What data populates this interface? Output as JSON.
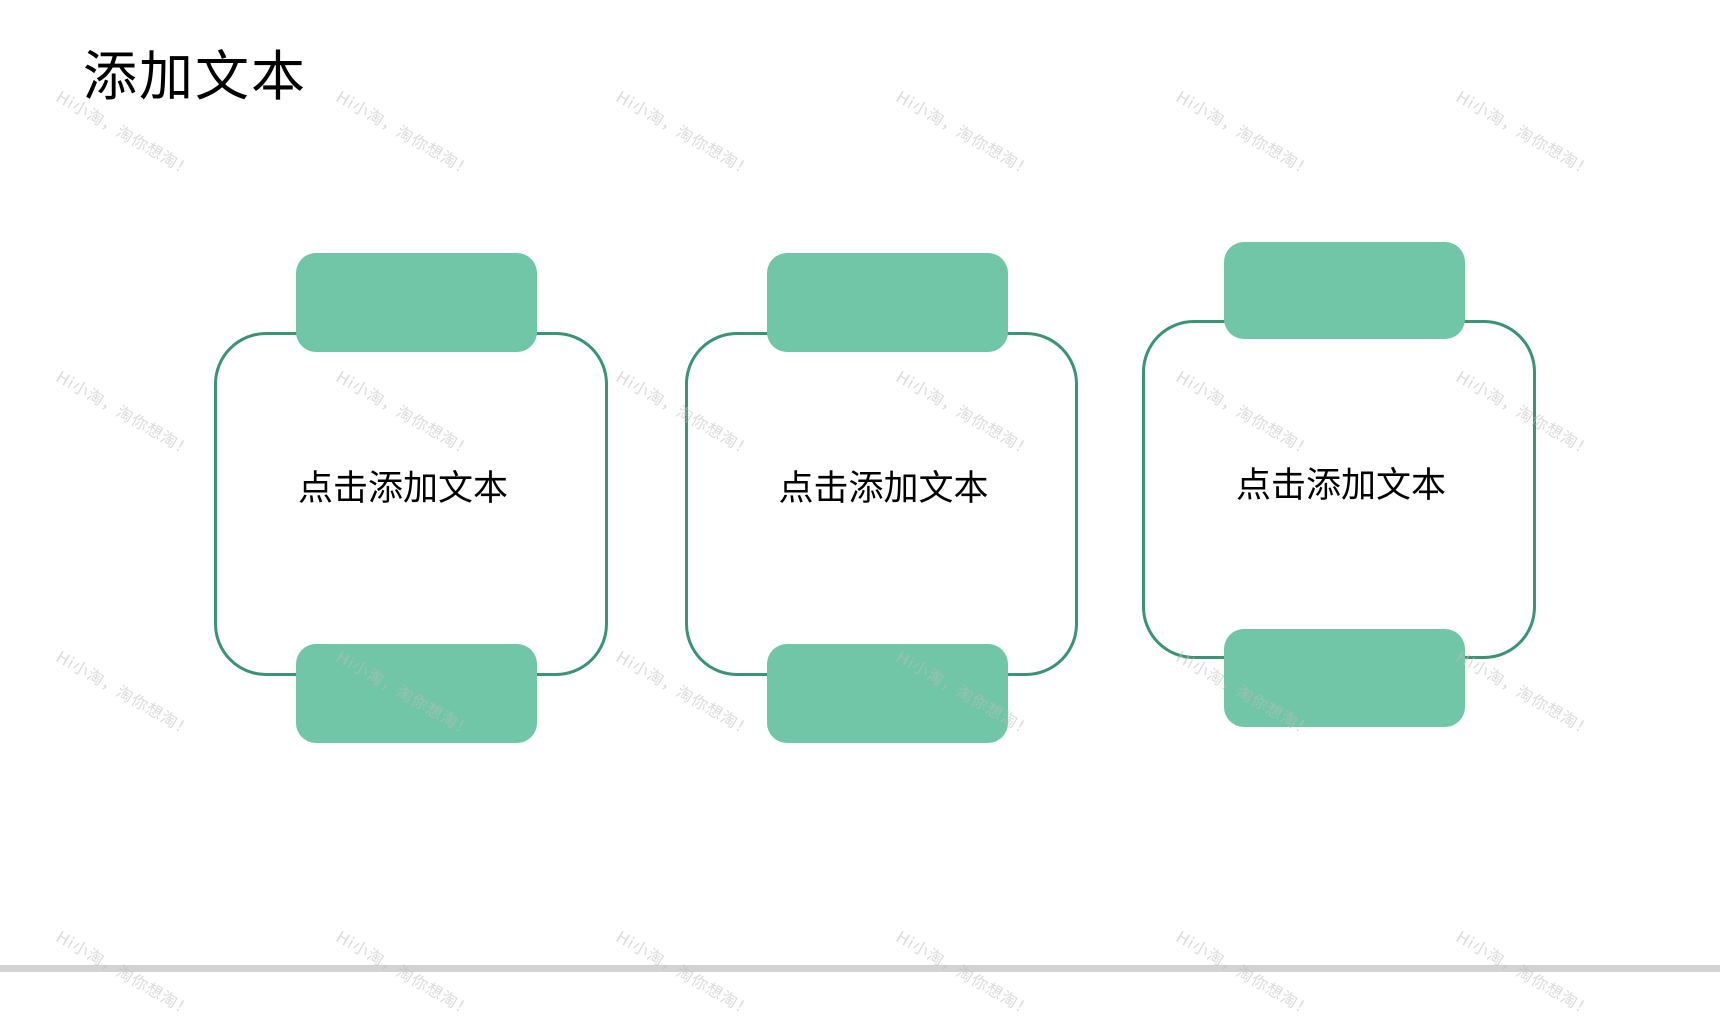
{
  "slide": {
    "title": "添加文本",
    "background": "#ffffff",
    "bottom_bar_color": "#d3d3d3"
  },
  "colors": {
    "tab_fill": "#72c6a8",
    "outline_stroke": "#3a9373",
    "text": "#000000"
  },
  "cards": [
    {
      "label": "点击添加文本"
    },
    {
      "label": "点击添加文本"
    },
    {
      "label": "点击添加文本"
    }
  ],
  "watermark": {
    "text": "Hi小淘，淘你想淘！"
  }
}
